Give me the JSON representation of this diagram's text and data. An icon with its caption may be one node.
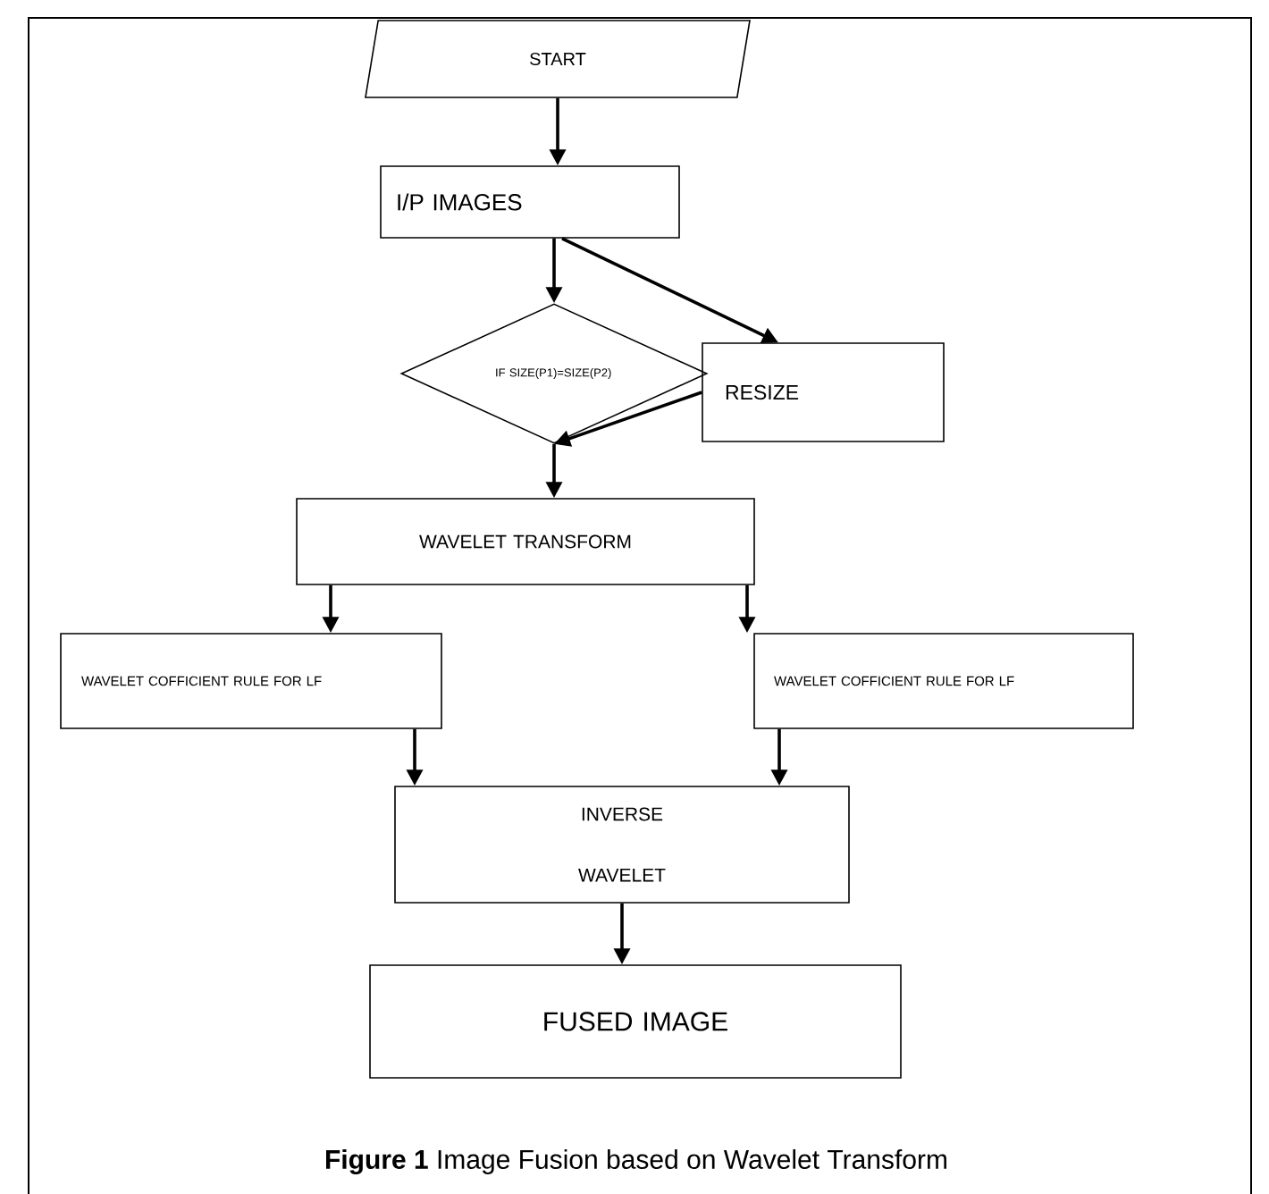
{
  "diagram": {
    "caption": "**Figure 1**  Image Fusion based on Wavelet Transform",
    "nodes": [
      {
        "text": [
          "START"
        ]
      },
      {
        "text": [
          "I/P  IMAGES"
        ]
      },
      {
        "text": [
          "IF SIZE(P1)=SIZE(P2)"
        ]
      },
      {
        "text": [
          "RESIZE"
        ]
      },
      {
        "text": [
          "WAVELET TRANSFORM"
        ]
      },
      {
        "text": [
          "WAVELET COFFICIENT RULE FOR  LF"
        ]
      },
      {
        "text": [
          "WAVELET COFFICIENT RULE FOR  LF"
        ]
      },
      {
        "text": [
          "INVERSE WAVELET"
        ]
      },
      {
        "text": [
          "FUSED IMAGE"
        ]
      }
    ],
    "edges": [
      {
        "from": 0,
        "to": 1,
        "arrow": "to"
      },
      {
        "from": 1,
        "to": 2,
        "arrow": "to"
      },
      {
        "from": 1,
        "to": 3,
        "arrow": "to"
      },
      {
        "from": 3,
        "to": 2,
        "arrow": "to"
      },
      {
        "from": 2,
        "to": 4,
        "arrow": "to"
      },
      {
        "from": 4,
        "to": 5,
        "arrow": "to"
      },
      {
        "from": 4,
        "to": 6,
        "arrow": "to"
      },
      {
        "from": 5,
        "to": 7,
        "arrow": "to"
      },
      {
        "from": 6,
        "to": 7,
        "arrow": "to"
      },
      {
        "from": 7,
        "to": 8,
        "arrow": "to"
      }
    ]
  }
}
